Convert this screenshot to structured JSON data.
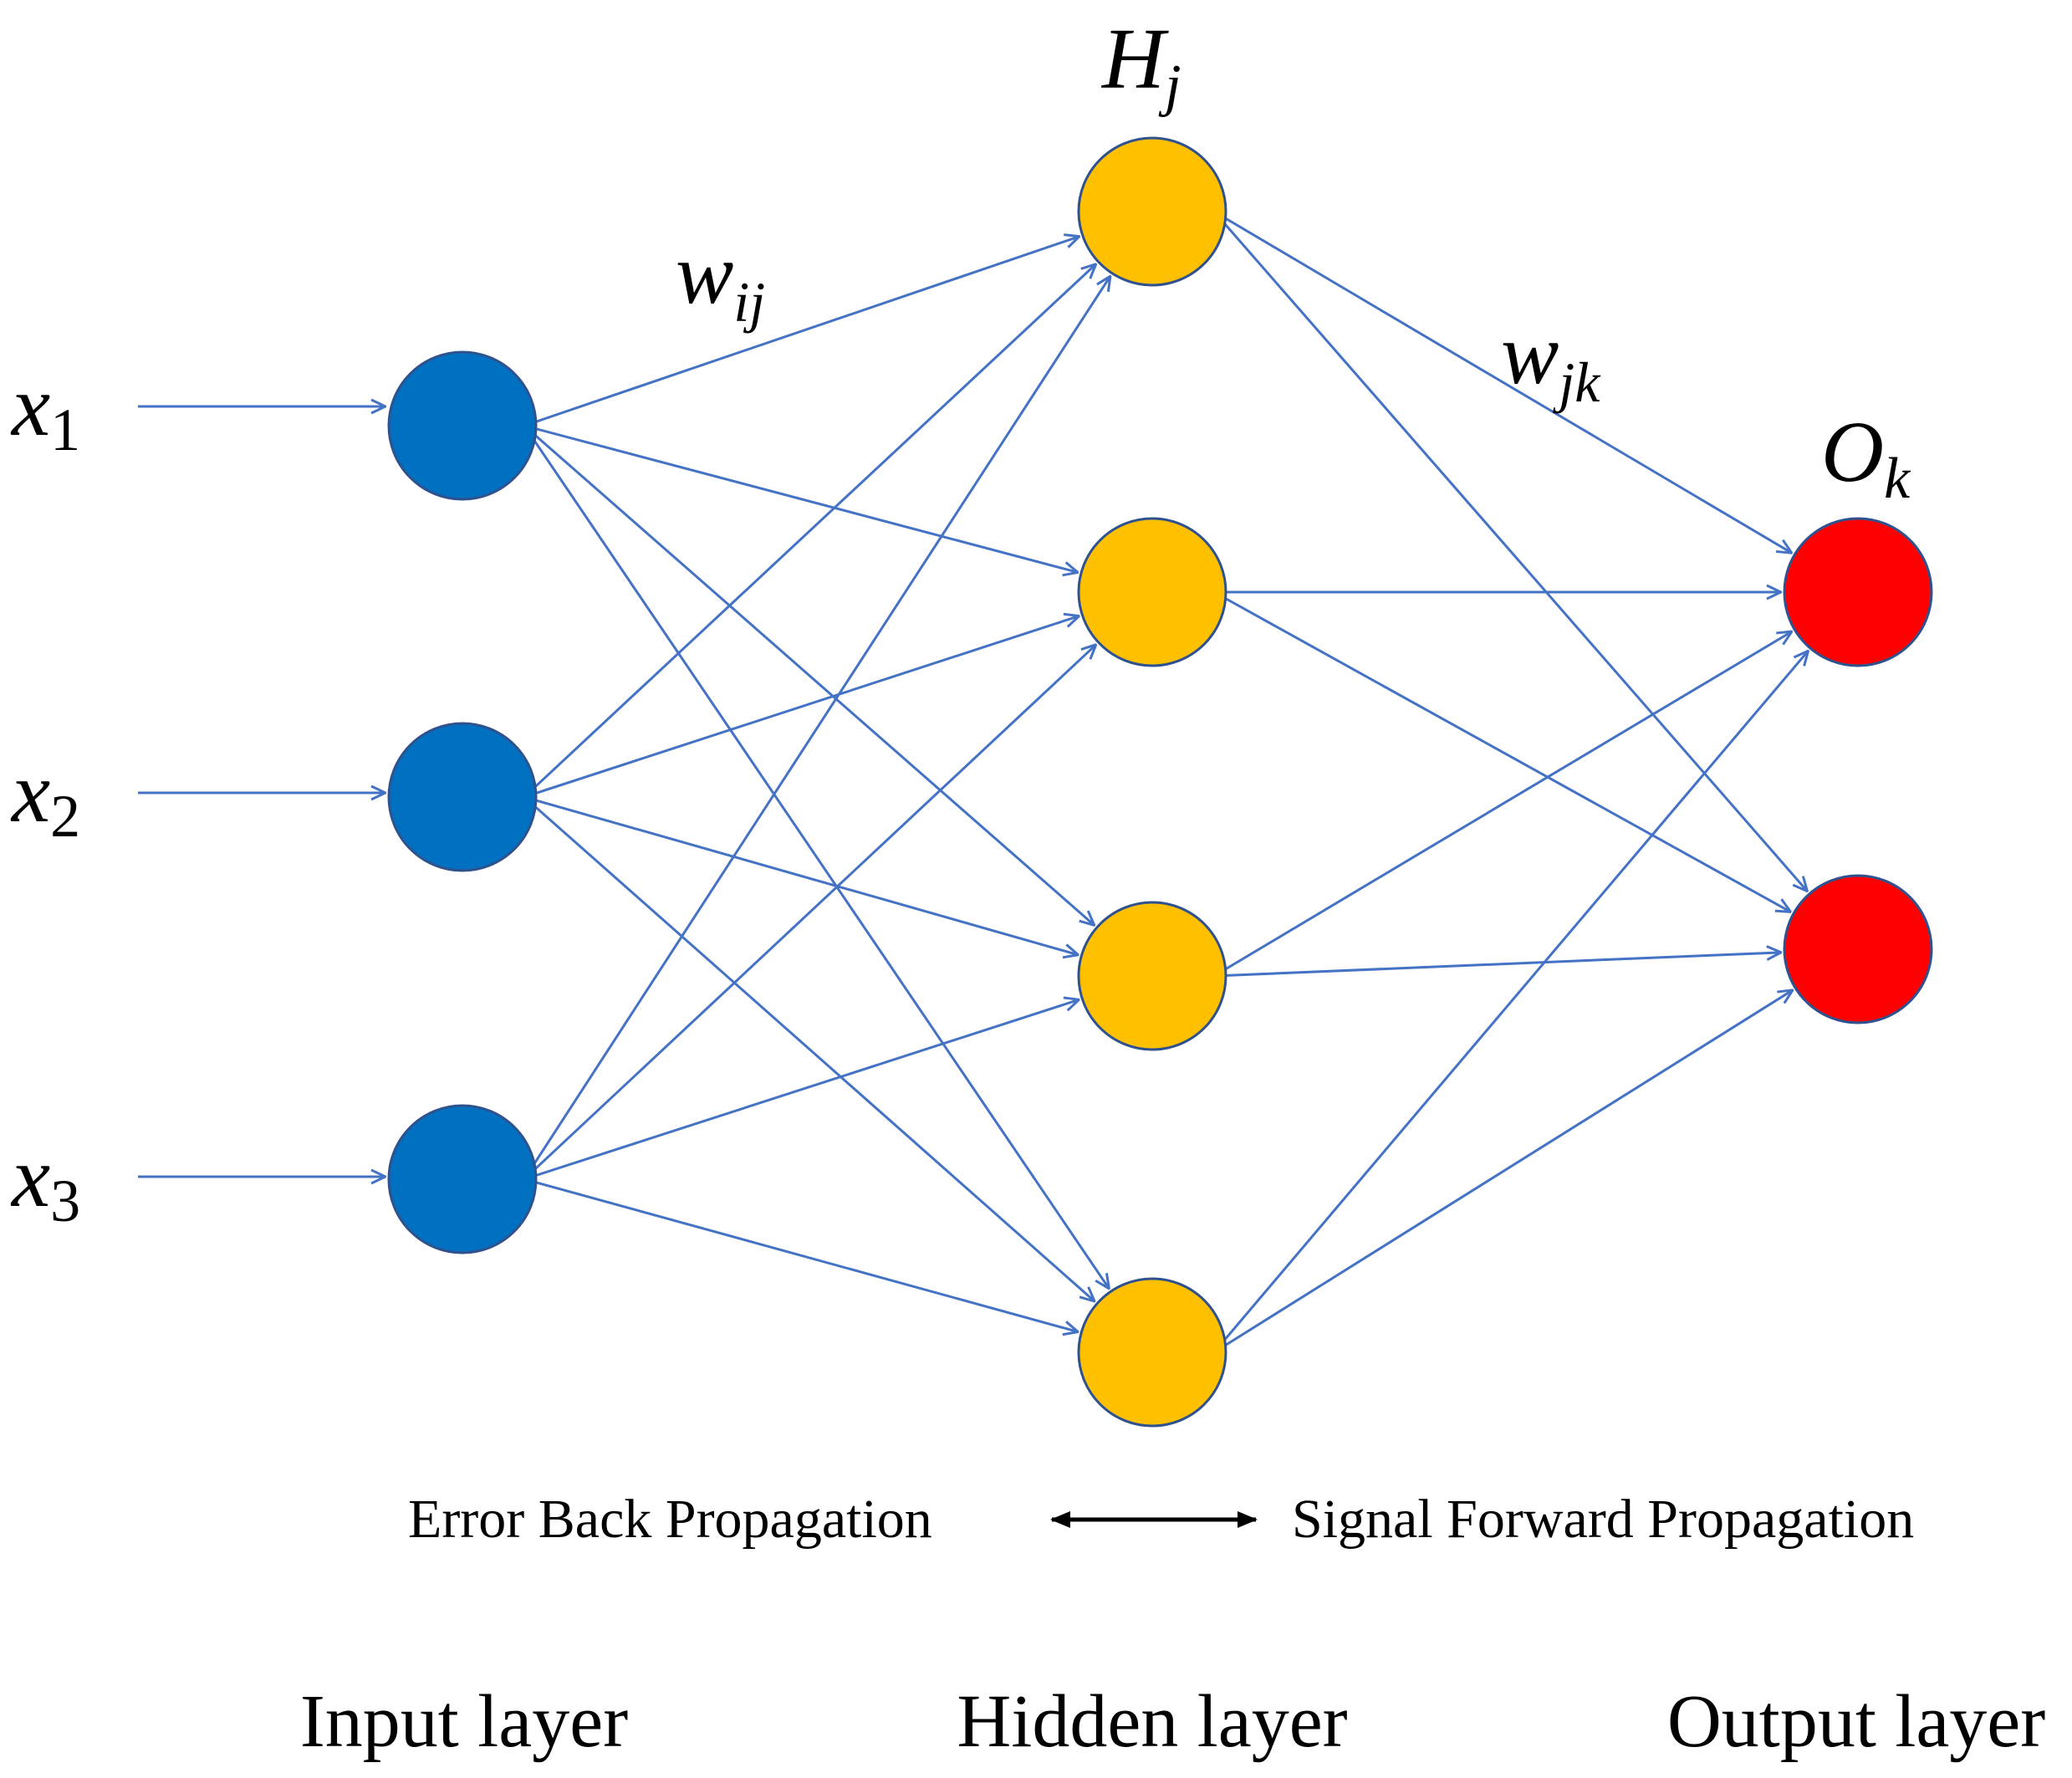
{
  "colors": {
    "input": "#0070c0",
    "hidden": "#ffc000",
    "output": "#ff0000",
    "edge": "#4472c4",
    "node_border": "#2f528f"
  },
  "inputs": [
    {
      "base": "x",
      "sub": "1"
    },
    {
      "base": "x",
      "sub": "2"
    },
    {
      "base": "x",
      "sub": "3"
    }
  ],
  "hidden_label": {
    "base": "H",
    "sub": "j"
  },
  "output_label": {
    "base": "O",
    "sub": "k"
  },
  "weight_ij": {
    "base": "w",
    "sub": "ij"
  },
  "weight_jk": {
    "base": "w",
    "sub": "jk"
  },
  "propagation": {
    "left": "Error Back Propagation",
    "right": "Signal Forward Propagation"
  },
  "layers": {
    "input": "Input layer",
    "hidden": "Hidden layer",
    "output": "Output layer"
  },
  "network": {
    "input_nodes": 3,
    "hidden_nodes": 4,
    "output_nodes": 2
  }
}
